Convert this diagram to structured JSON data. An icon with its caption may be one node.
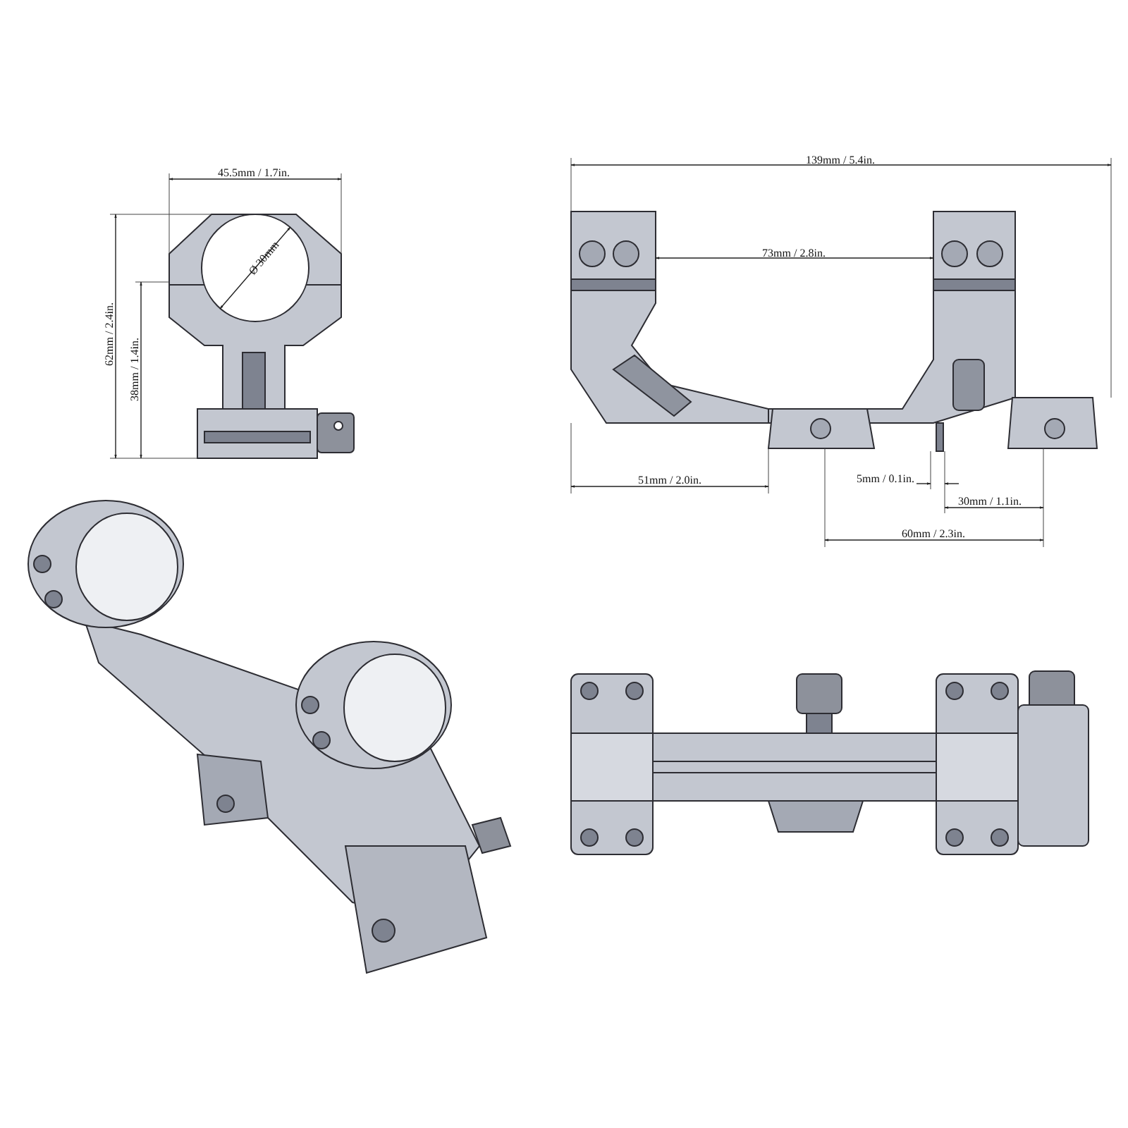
{
  "diagram": {
    "labels": [
      "45.5mm / 1.7in.",
      "Ø 30mm",
      "62mm / 2.4in.",
      "38mm / 1.4in.",
      "139mm / 5.4in.",
      "73mm / 2.8in.",
      "51mm / 2.0in.",
      "5mm / 0.1in.",
      "30mm / 1.1in.",
      "60mm / 2.3in."
    ]
  }
}
